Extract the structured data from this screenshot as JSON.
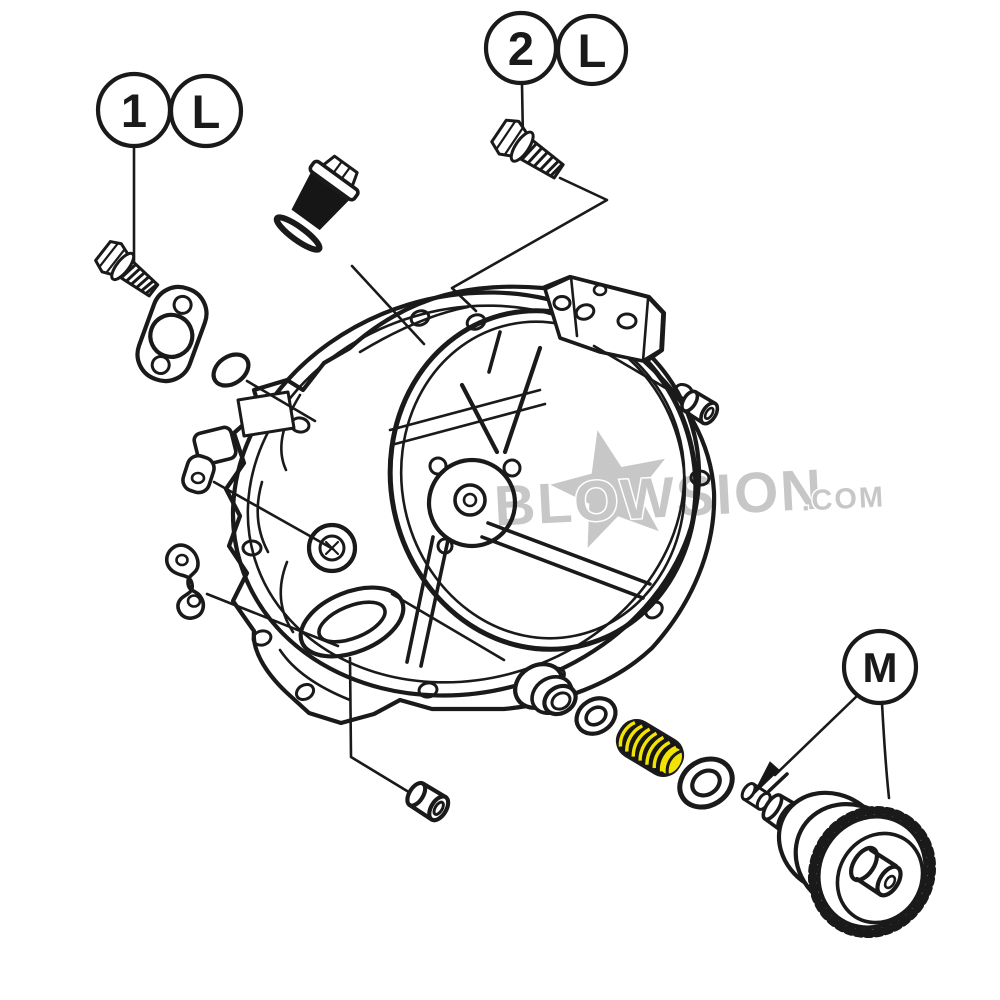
{
  "diagram": {
    "type": "exploded-parts-diagram",
    "callouts": {
      "c1": {
        "num": "1",
        "letter": "L"
      },
      "c2": {
        "num": "2",
        "letter": "L"
      },
      "m": {
        "letter": "M"
      }
    },
    "watermark": {
      "text": "BLOWSION",
      "suffix": ".COM",
      "color": "#c7c7c7",
      "outline": "#ffffff"
    },
    "colors": {
      "line": "#1a1a1a",
      "background": "#ffffff",
      "spring_highlight": "#f2e400"
    },
    "parts": [
      {
        "name": "hex-bolt",
        "callout": "1 L"
      },
      {
        "name": "mount-flange"
      },
      {
        "name": "o-ring"
      },
      {
        "name": "filler-plug-with-o-ring"
      },
      {
        "name": "flange-bolt",
        "callout": "2 L"
      },
      {
        "name": "cable-clamp"
      },
      {
        "name": "hook-bracket"
      },
      {
        "name": "crankcase-cover"
      },
      {
        "name": "dowel-pin-upper"
      },
      {
        "name": "dowel-pin-lower"
      },
      {
        "name": "bushing-collar"
      },
      {
        "name": "washer-small"
      },
      {
        "name": "spring"
      },
      {
        "name": "washer-large"
      },
      {
        "name": "starter-clutch-gear",
        "callout": "M"
      }
    ]
  }
}
